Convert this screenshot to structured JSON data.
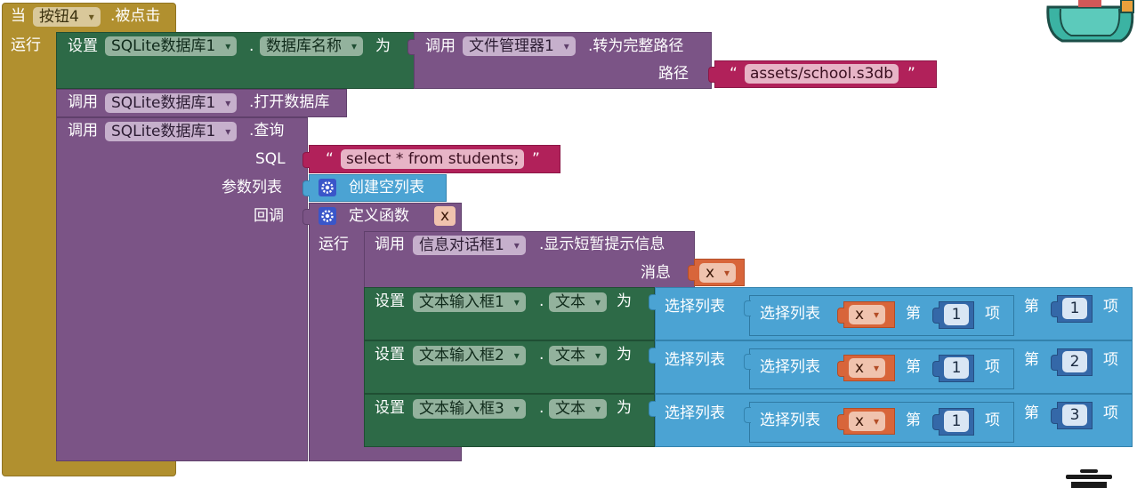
{
  "event": {
    "when_label": "当",
    "component": "按钮4",
    "event_name": ".被点击",
    "do_label": "运行"
  },
  "set_db": {
    "set_label": "设置",
    "component": "SQLite数据库1",
    "dot": ".",
    "property": "数据库名称",
    "to_label": "为",
    "call_label": "调用",
    "file_component": "文件管理器1",
    "method": ".转为完整路径",
    "path_label": "路径",
    "path_value": "assets/school.s3db"
  },
  "open_db": {
    "call_label": "调用",
    "component": "SQLite数据库1",
    "method": ".打开数据库"
  },
  "query": {
    "call_label": "调用",
    "component": "SQLite数据库1",
    "method": ".查询",
    "sql_label": "SQL",
    "sql_value": "select * from students;",
    "params_label": "参数列表",
    "empty_list_label": "创建空列表",
    "callback_label": "回调",
    "define_func_label": "定义函数",
    "param_name": "x",
    "do_label": "运行"
  },
  "notify": {
    "call_label": "调用",
    "component": "信息对话框1",
    "method": ".显示短暂提示信息",
    "message_label": "消息",
    "var": "x"
  },
  "quote_open": "“",
  "quote_close": "”",
  "assignments": [
    {
      "set_label": "设置",
      "component": "文本输入框1",
      "dot": ".",
      "property": "文本",
      "to_label": "为",
      "outer_select": "选择列表",
      "inner_select": "选择列表",
      "var": "x",
      "nth_label": "第",
      "inner_index": "1",
      "item_label": "项",
      "outer_index": "1"
    },
    {
      "set_label": "设置",
      "component": "文本输入框2",
      "dot": ".",
      "property": "文本",
      "to_label": "为",
      "outer_select": "选择列表",
      "inner_select": "选择列表",
      "var": "x",
      "nth_label": "第",
      "inner_index": "1",
      "item_label": "项",
      "outer_index": "2"
    },
    {
      "set_label": "设置",
      "component": "文本输入框3",
      "dot": ".",
      "property": "文本",
      "to_label": "为",
      "outer_select": "选择列表",
      "inner_select": "选择列表",
      "var": "x",
      "nth_label": "第",
      "inner_index": "1",
      "item_label": "项",
      "outer_index": "3"
    }
  ],
  "colors": {
    "event": "#b1902f",
    "procedure": "#7b5486",
    "setter": "#2d6a47",
    "text": "#b1215a",
    "list": "#4ba3d3",
    "math": "#3468a8",
    "variable": "#d8653a"
  },
  "icons": {
    "backpack": "backpack-icon",
    "trash": "trash-icon",
    "mutator": "gear-icon"
  }
}
